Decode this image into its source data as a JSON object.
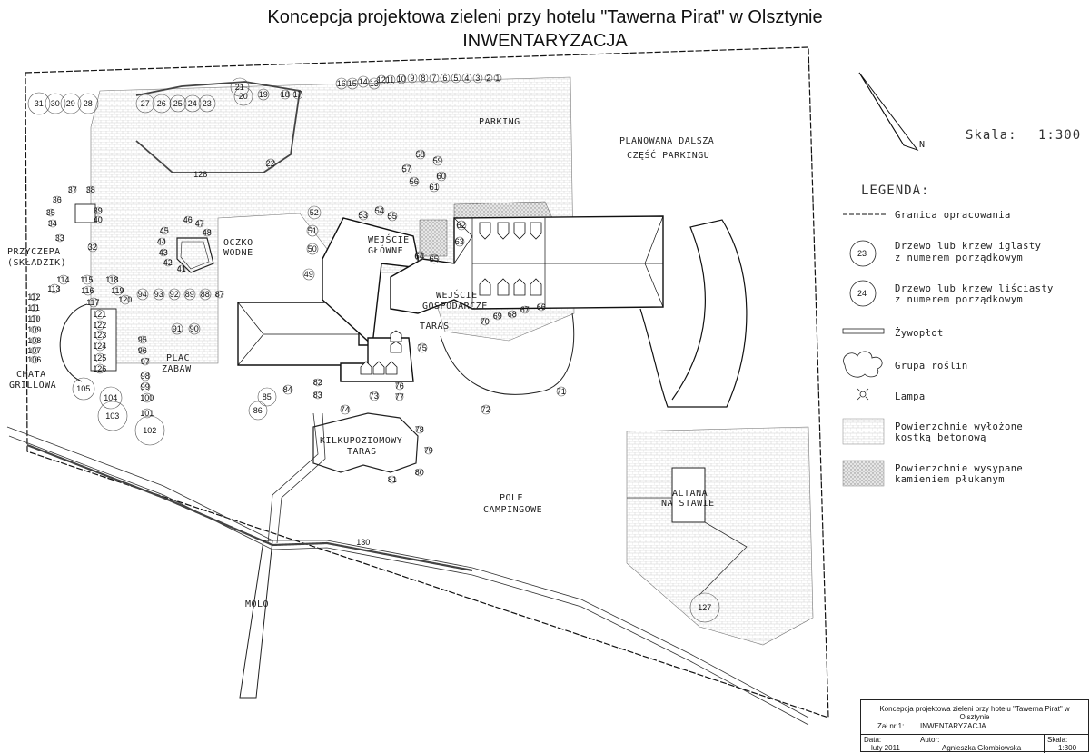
{
  "title": {
    "line1": "Koncepcja projektowa zieleni przy hotelu \"Tawerna Pirat\" w Olsztynie",
    "line2": "INWENTARYZACJA"
  },
  "labels": {
    "parking": "PARKING",
    "planned_1": "PLANOWANA DALSZA",
    "planned_2": "CZĘŚĆ PARKINGU",
    "entrance_main_1": "WEJŚCIE",
    "entrance_main_2": "GŁÓWNE",
    "entrance_service_1": "WEJŚCIE",
    "entrance_service_2": "GOSPODARCZE",
    "terrace": "TARAS",
    "pond_1": "OCZKO",
    "pond_2": "WODNE",
    "trailer_1": "PRZYCZEPA",
    "trailer_2": "(SKŁADZIK)",
    "playground_1": "PLAC",
    "playground_2": "ZABAW",
    "grill_1": "CHATA",
    "grill_2": "GRILLOWA",
    "multilevel_1": "KILKUPOZIOMOWY",
    "multilevel_2": "TARAS",
    "camping_1": "POLE",
    "camping_2": "CAMPINGOWE",
    "gazebo_1": "ALTANA",
    "gazebo_2": "NA STAWIE",
    "pier": "MOLO",
    "north": "N"
  },
  "scale": {
    "label": "Skala:",
    "value": "1:300"
  },
  "legend": {
    "title": "LEGENDA:",
    "items": [
      {
        "text1": "Granica opracowania",
        "text2": ""
      },
      {
        "text1": "Drzewo lub krzew iglasty",
        "text2": "z numerem porządkowym",
        "sample": "23"
      },
      {
        "text1": "Drzewo lub krzew liściasty",
        "text2": "z numerem porządkowym",
        "sample": "24"
      },
      {
        "text1": "Żywopłot",
        "text2": ""
      },
      {
        "text1": "Grupa roślin",
        "text2": ""
      },
      {
        "text1": "Lampa",
        "text2": ""
      },
      {
        "text1": "Powierzchnie wyłożone",
        "text2": "kostką betonową"
      },
      {
        "text1": "Powierzchnie wysypane",
        "text2": "kamieniem płukanym"
      }
    ]
  },
  "stamp": {
    "title": "Koncepcja projektowa zieleni przy hotelu \"Tawerna Pirat\" w Olsztynie",
    "zal_label": "Zał.nr 1:",
    "zal_value": "INWENTARYZACJA",
    "date_label": "Data:",
    "date_value": "luty 2011",
    "author_label": "Autor:",
    "author_value": "Agnieszka Głombiowska",
    "scale_label": "Skala:",
    "scale_value": "1:300"
  },
  "tree_numbers": [
    "1",
    "2",
    "3",
    "4",
    "5",
    "6",
    "7",
    "8",
    "9",
    "10",
    "11",
    "12",
    "13",
    "14",
    "15",
    "16",
    "17",
    "18",
    "19",
    "20",
    "21",
    "22",
    "23",
    "24",
    "25",
    "26",
    "27",
    "28",
    "29",
    "30",
    "31",
    "32",
    "33",
    "34",
    "35",
    "36",
    "37",
    "38",
    "39",
    "40",
    "41",
    "42",
    "43",
    "44",
    "45",
    "46",
    "47",
    "48",
    "49",
    "50",
    "51",
    "52",
    "53",
    "54",
    "55",
    "56",
    "57",
    "58",
    "59",
    "60",
    "61",
    "62",
    "63",
    "64",
    "65",
    "66",
    "67",
    "68",
    "69",
    "70",
    "71",
    "72",
    "73",
    "74",
    "75",
    "76",
    "77",
    "78",
    "79",
    "80",
    "81",
    "82",
    "83",
    "84",
    "85",
    "86",
    "87",
    "88",
    "89",
    "90",
    "91",
    "92",
    "93",
    "94",
    "95",
    "96",
    "97",
    "98",
    "99",
    "100",
    "101",
    "102",
    "103",
    "104",
    "105",
    "106",
    "107",
    "108",
    "109",
    "110",
    "111",
    "112",
    "113",
    "114",
    "115",
    "116",
    "117",
    "118",
    "119",
    "120",
    "121",
    "122",
    "123",
    "124",
    "125",
    "126",
    "127",
    "128",
    "130"
  ],
  "colors": {
    "line": "#111111",
    "paving": "#d8d8d8",
    "gravel": "#b8b8b8"
  }
}
